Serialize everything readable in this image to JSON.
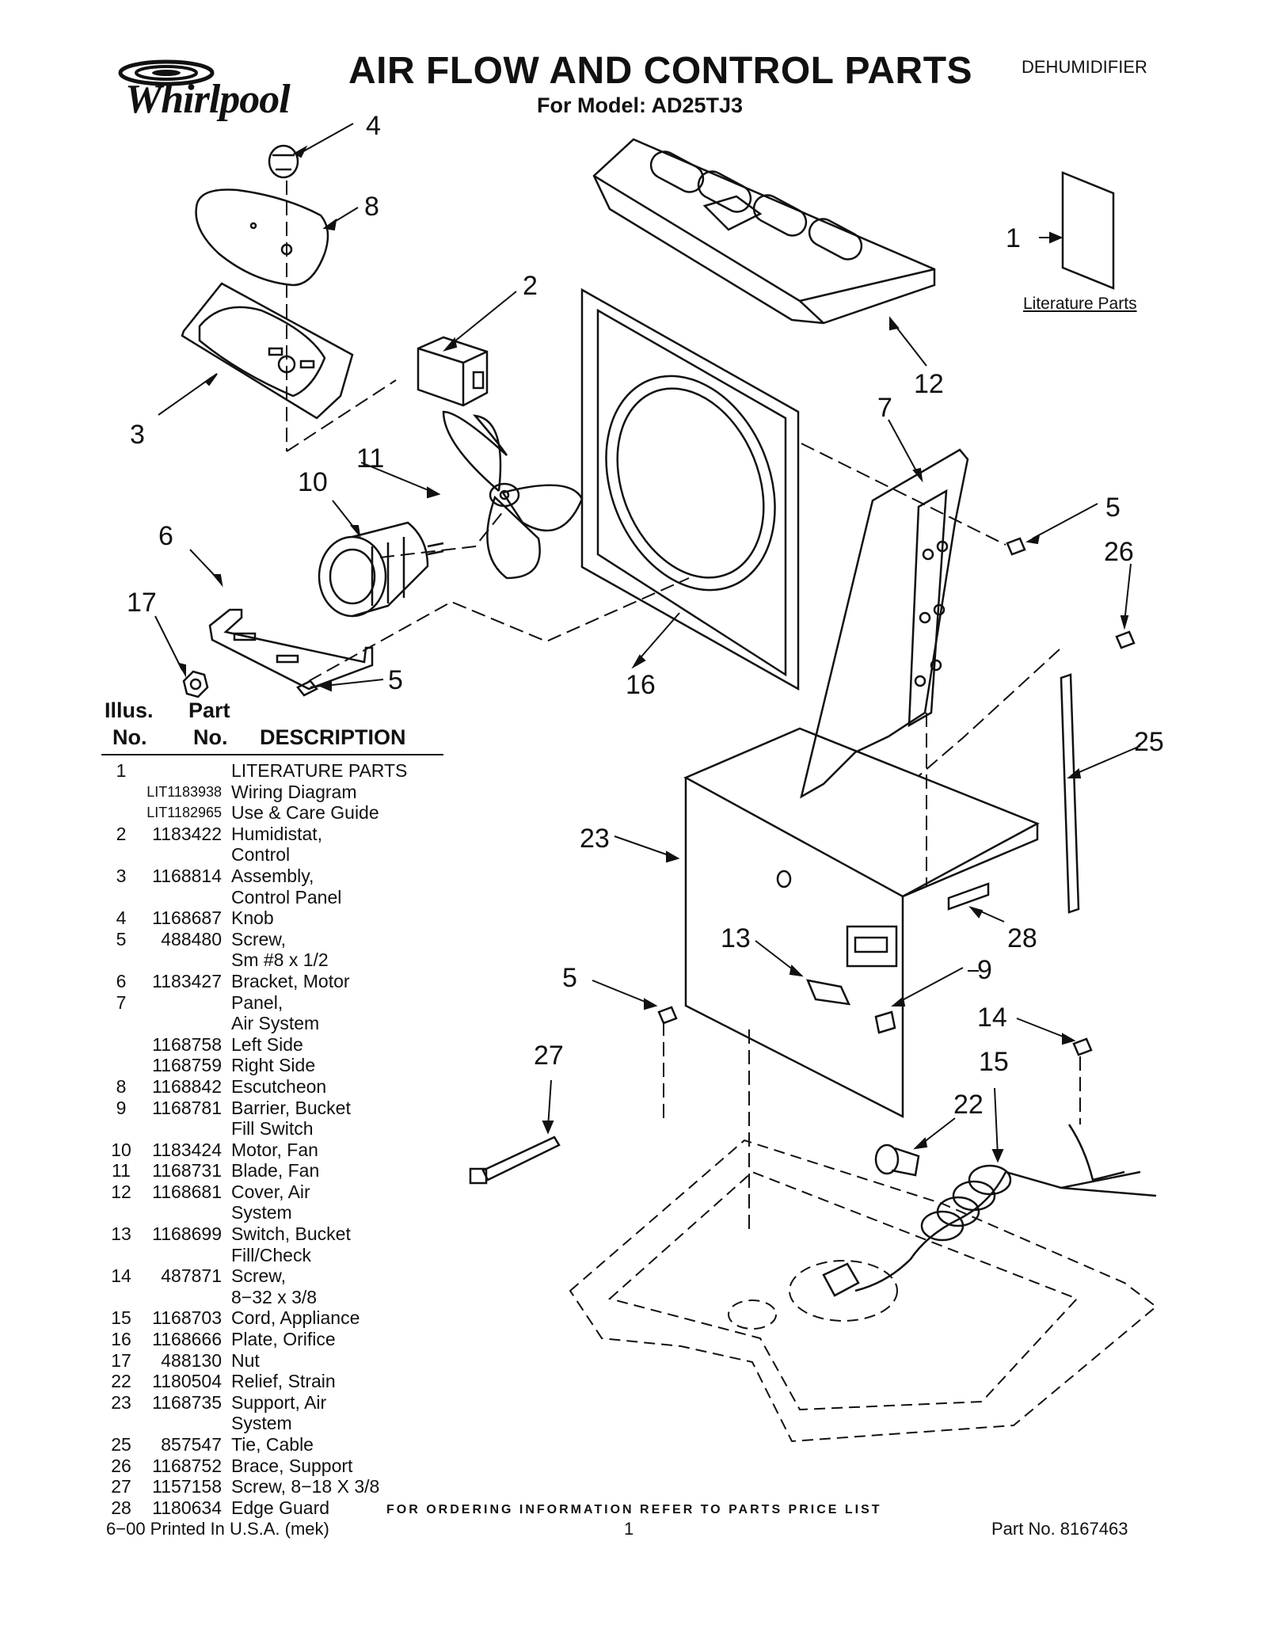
{
  "brand": "Whirlpool",
  "title": "AIR FLOW AND CONTROL PARTS",
  "subtitle": "For Model: AD25TJ3",
  "category": "DEHUMIDIFIER",
  "literature_caption": "Literature Parts",
  "callouts": [
    "1",
    "2",
    "3",
    "4",
    "5",
    "6",
    "7",
    "8",
    "9",
    "10",
    "11",
    "12",
    "13",
    "14",
    "15",
    "16",
    "17",
    "22",
    "23",
    "25",
    "26",
    "27",
    "28"
  ],
  "table": {
    "header_illus": "Illus.",
    "header_no1": "No.",
    "header_part": "Part",
    "header_no2": "No.",
    "header_desc": "DESCRIPTION",
    "rows": [
      {
        "illus": "1",
        "part": "",
        "desc": "LITERATURE PARTS"
      },
      {
        "illus": "",
        "part": "LIT1183938",
        "desc": "Wiring Diagram"
      },
      {
        "illus": "",
        "part": "LIT1182965",
        "desc": "Use & Care Guide"
      },
      {
        "illus": "2",
        "part": "1183422",
        "desc": "Humidistat,"
      },
      {
        "illus": "",
        "part": "",
        "desc": "Control"
      },
      {
        "illus": "3",
        "part": "1168814",
        "desc": "Assembly,"
      },
      {
        "illus": "",
        "part": "",
        "desc": "Control Panel"
      },
      {
        "illus": "4",
        "part": "1168687",
        "desc": "Knob"
      },
      {
        "illus": "5",
        "part": "488480",
        "desc": "Screw,"
      },
      {
        "illus": "",
        "part": "",
        "desc": "Sm #8 x 1/2"
      },
      {
        "illus": "6",
        "part": "1183427",
        "desc": "Bracket, Motor"
      },
      {
        "illus": "7",
        "part": "",
        "desc": "Panel,"
      },
      {
        "illus": "",
        "part": "",
        "desc": "Air System"
      },
      {
        "illus": "",
        "part": "1168758",
        "desc": "Left Side"
      },
      {
        "illus": "",
        "part": "1168759",
        "desc": "Right Side"
      },
      {
        "illus": "8",
        "part": "1168842",
        "desc": "Escutcheon"
      },
      {
        "illus": "9",
        "part": "1168781",
        "desc": "Barrier, Bucket"
      },
      {
        "illus": "",
        "part": "",
        "desc": "Fill Switch"
      },
      {
        "illus": "10",
        "part": "1183424",
        "desc": "Motor, Fan"
      },
      {
        "illus": "11",
        "part": "1168731",
        "desc": "Blade, Fan"
      },
      {
        "illus": "12",
        "part": "1168681",
        "desc": "Cover, Air"
      },
      {
        "illus": "",
        "part": "",
        "desc": "System"
      },
      {
        "illus": "13",
        "part": "1168699",
        "desc": "Switch, Bucket"
      },
      {
        "illus": "",
        "part": "",
        "desc": "Fill/Check"
      },
      {
        "illus": "14",
        "part": "487871",
        "desc": "Screw,"
      },
      {
        "illus": "",
        "part": "",
        "desc": "8−32 x 3/8"
      },
      {
        "illus": "15",
        "part": "1168703",
        "desc": "Cord, Appliance"
      },
      {
        "illus": "16",
        "part": "1168666",
        "desc": "Plate, Orifice"
      },
      {
        "illus": "17",
        "part": "488130",
        "desc": "Nut"
      },
      {
        "illus": "22",
        "part": "1180504",
        "desc": "Relief, Strain"
      },
      {
        "illus": "23",
        "part": "1168735",
        "desc": "Support, Air"
      },
      {
        "illus": "",
        "part": "",
        "desc": "System"
      },
      {
        "illus": "25",
        "part": "857547",
        "desc": "Tie, Cable"
      },
      {
        "illus": "26",
        "part": "1168752",
        "desc": "Brace, Support"
      },
      {
        "illus": "27",
        "part": "1157158",
        "desc": "Screw, 8−18 X 3/8"
      },
      {
        "illus": "28",
        "part": "1180634",
        "desc": "Edge Guard"
      }
    ]
  },
  "ordering_note": "FOR ORDERING INFORMATION REFER TO PARTS PRICE LIST",
  "footer": {
    "left": "6−00 Printed In U.S.A. (mek)",
    "page": "1",
    "right": "Part No. 8167463"
  }
}
